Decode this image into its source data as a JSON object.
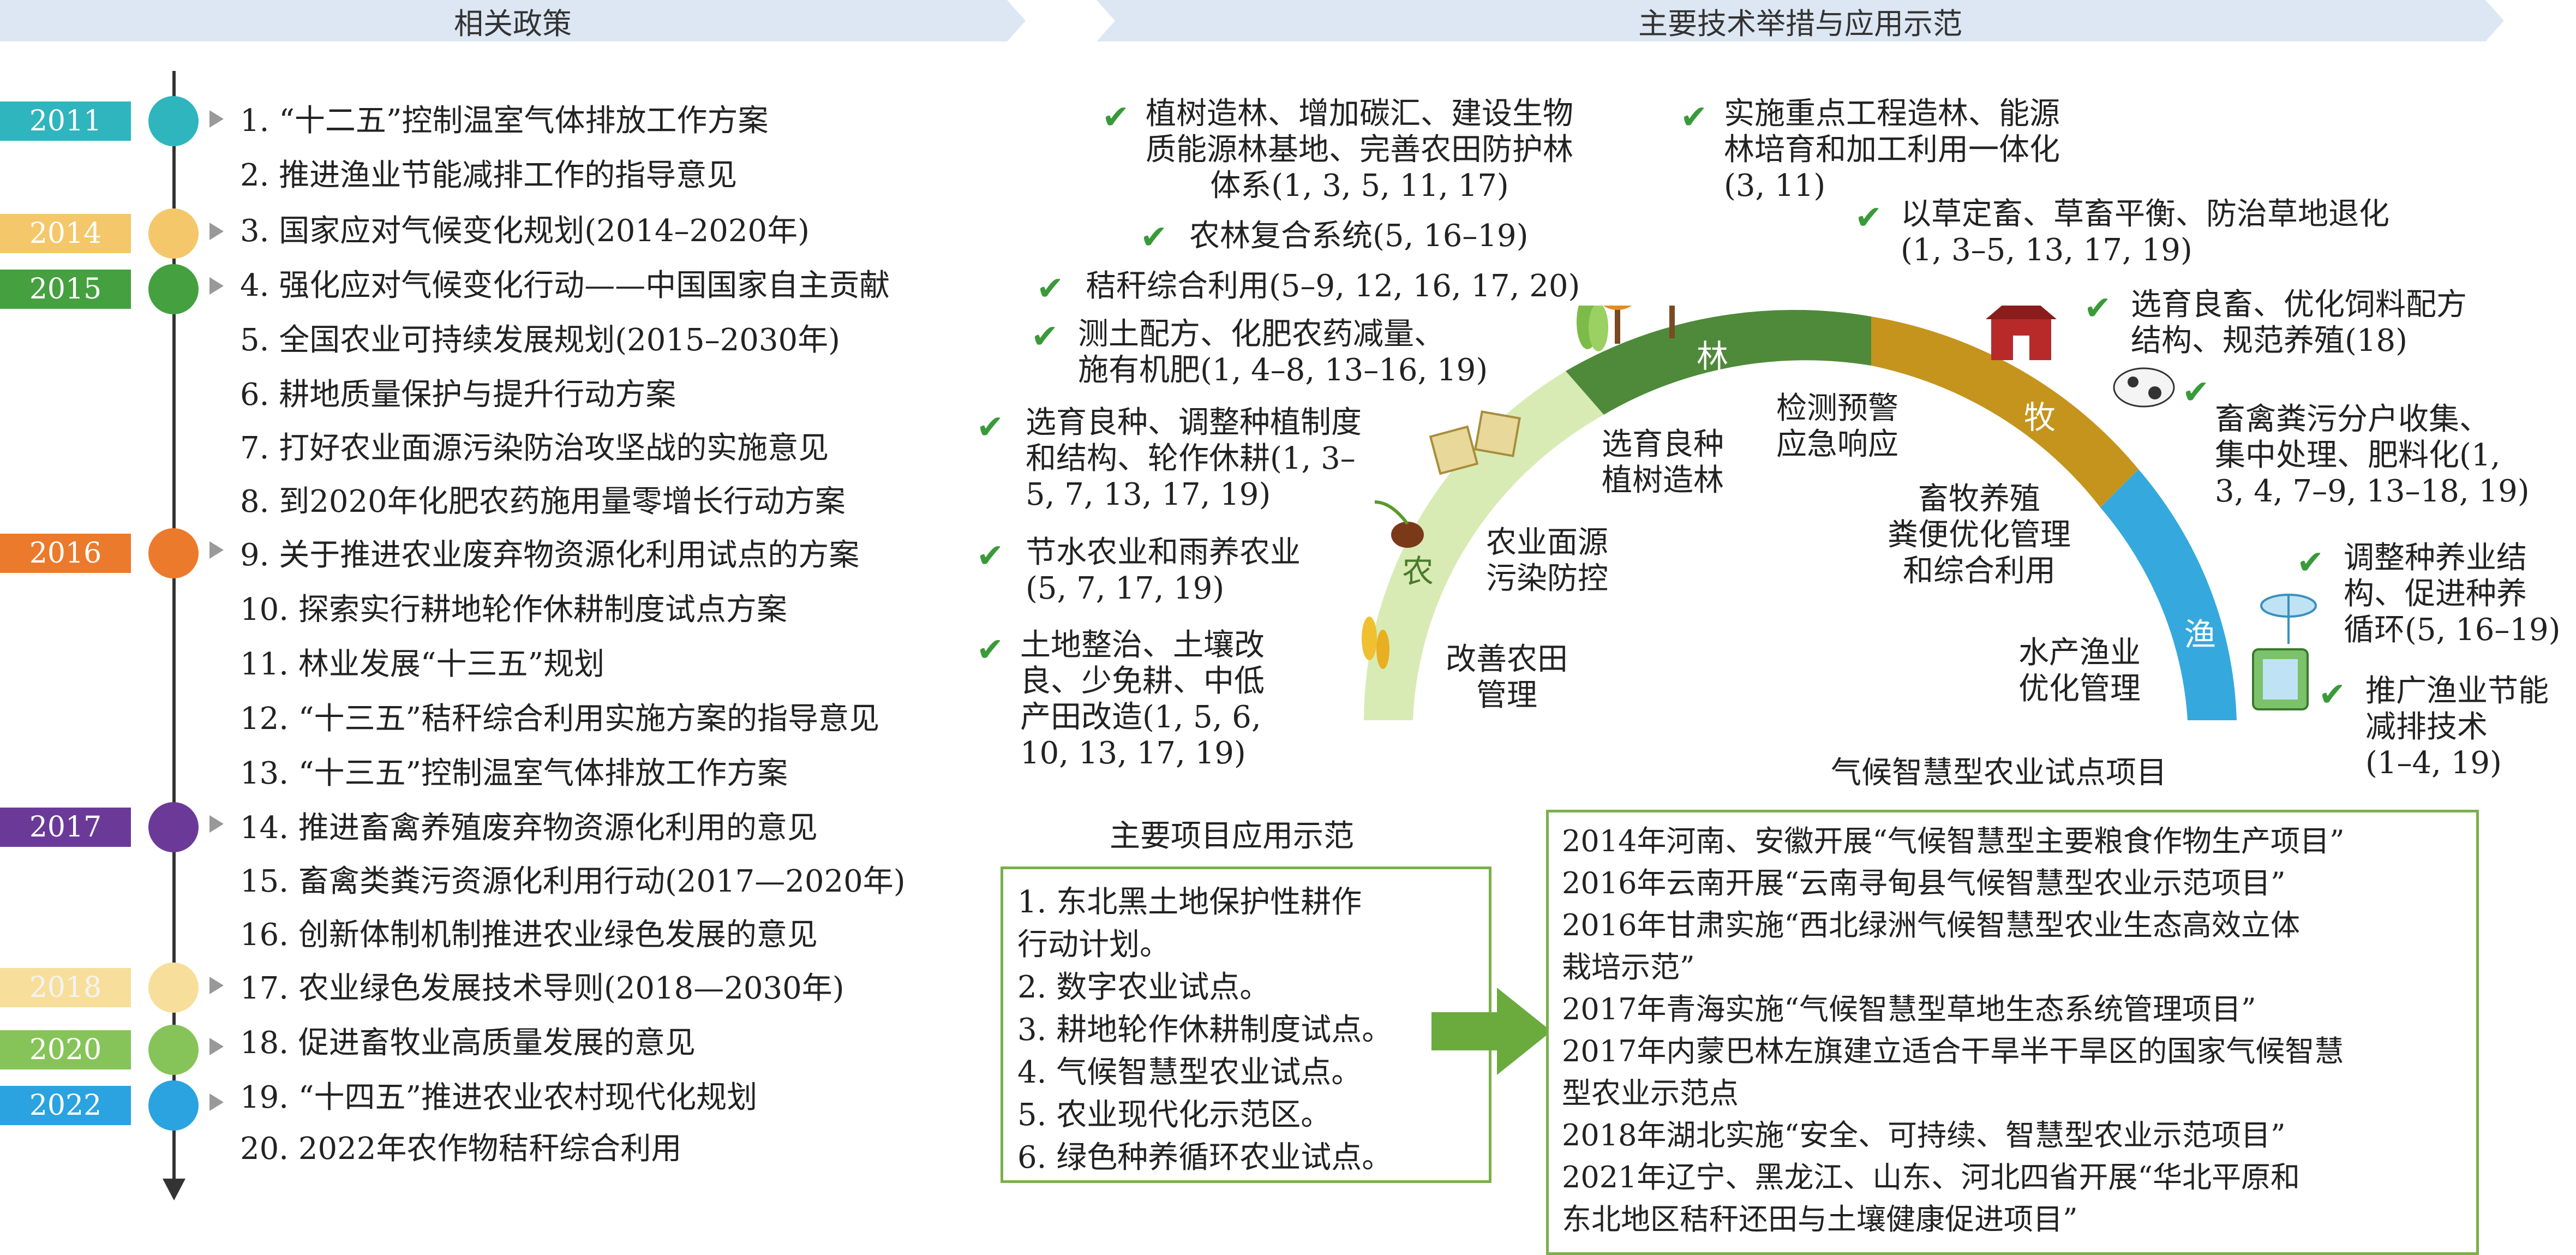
{
  "headers": {
    "left": "相关政策",
    "right": "主要技术举措与应用示范"
  },
  "years": [
    {
      "label": "2011",
      "color": "#2fb5bd"
    },
    {
      "label": "2014",
      "color": "#f4c76a"
    },
    {
      "label": "2015",
      "color": "#45a03f"
    },
    {
      "label": "2016",
      "color": "#ec7a2c"
    },
    {
      "label": "2017",
      "color": "#6b3a99"
    },
    {
      "label": "2018",
      "color": "#f7df9b"
    },
    {
      "label": "2020",
      "color": "#86c45a"
    },
    {
      "label": "2022",
      "color": "#2aa3e0"
    }
  ],
  "policies": [
    "1. “十二五”控制温室气体排放工作方案",
    "2. 推进渔业节能减排工作的指导意见",
    "3. 国家应对气候变化规划(2014–2020年)",
    "4. 强化应对气候变化行动——中国国家自主贡献",
    "5. 全国农业可持续发展规划(2015–2030年)",
    "6. 耕地质量保护与提升行动方案",
    "7. 打好农业面源污染防治攻坚战的实施意见",
    "8. 到2020年化肥农药施用量零增长行动方案",
    "9. 关于推进农业废弃物资源化利用试点的方案",
    "10. 探索实行耕地轮作休耕制度试点方案",
    "11. 林业发展“十三五”规划",
    "12. “十三五”秸秆综合利用实施方案的指导意见",
    "13. “十三五”控制温室气体排放工作方案",
    "14. 推进畜禽养殖废弃物资源化利用的意见",
    "15. 畜禽类粪污资源化利用行动(2017—2020年)",
    "16. 创新体制机制推进农业绿色发展的意见",
    "17. 农业绿色发展技术导则(2018—2030年)",
    "18. 促进畜牧业高质量发展的意见",
    "19. “十四五”推进农业农村现代化规划",
    "20. 2022年农作物秸秆综合利用"
  ],
  "measures": {
    "m1": [
      "植树造林、增加碳汇、建设生物",
      "质能源林基地、完善农田防护林",
      "体系(1, 3, 5, 11, 17)"
    ],
    "m2": [
      "实施重点工程造林、能源",
      "林培育和加工利用一体化",
      "(3, 11)"
    ],
    "m3": "农林复合系统(5, 16–19)",
    "m4": [
      "以草定畜、草畜平衡、防治草地退化",
      "(1, 3–5, 13, 17, 19)"
    ],
    "m5": "秸秆综合利用(5–9, 12, 16, 17, 20)",
    "m6": [
      "选育良畜、优化饲料配方",
      "结构、规范养殖(18)"
    ],
    "m7": [
      "测土配方、化肥农药减量、",
      "施有机肥(1, 4–8, 13–16, 19)"
    ],
    "m8": [
      "畜禽粪污分户收集、",
      "集中处理、肥料化(1,",
      "3, 4, 7–9, 13–18, 19)"
    ],
    "m9": [
      "选育良种、调整种植制度",
      "和结构、轮作休耕(1, 3–",
      "5, 7, 13, 17, 19)"
    ],
    "m10": [
      "节水农业和雨养农业",
      "(5, 7, 17, 19)"
    ],
    "m11": [
      "调整种养业结",
      "构、促进种养",
      "循环(5, 16–19)"
    ],
    "m12": [
      "土地整治、土壤改",
      "良、少免耕、中低",
      "产田改造(1, 5, 6,",
      "10, 13, 17, 19)"
    ],
    "m13": [
      "推广渔业节能",
      "减排技术",
      "(1–4, 19)"
    ]
  },
  "arc": {
    "labels": {
      "nong": "农",
      "lin": "林",
      "mu": "牧",
      "yu": "渔"
    },
    "colors": {
      "nong": "#d8ebb4",
      "lin": "#4e8a3a",
      "mu": "#c5941d",
      "yu": "#35a9dd"
    },
    "inner": {
      "a": [
        "改善农田",
        "管理"
      ],
      "b": [
        "农业面源",
        "污染防控"
      ],
      "c": [
        "选育良种",
        "植树造林"
      ],
      "d": [
        "检测预警",
        "应急响应"
      ],
      "e": [
        "畜牧养殖",
        "粪便优化管理",
        "和综合利用"
      ],
      "f": [
        "水产渔业",
        "优化管理"
      ]
    }
  },
  "demo": {
    "title": "主要项目应用示范",
    "items": [
      "1. 东北黑土地保护性耕作",
      "行动计划。",
      "2. 数字农业试点。",
      "3. 耕地轮作休耕制度试点。",
      "4. 气候智慧型农业试点。",
      "5. 农业现代化示范区。",
      "6. 绿色种养循环农业试点。"
    ]
  },
  "pilot": {
    "title": "气候智慧型农业试点项目",
    "items": [
      "2014年河南、安徽开展“气候智慧型主要粮食作物生产项目”",
      "2016年云南开展“云南寻甸县气候智慧型农业示范项目”",
      "2016年甘肃实施“西北绿洲气候智慧型农业生态高效立体",
      "栽培示范”",
      "2017年青海实施“气候智慧型草地生态系统管理项目”",
      "2017年内蒙巴林左旗建立适合干旱半干旱区的国家气候智慧",
      "型农业示范点",
      "2018年湖北实施“安全、可持续、智慧型农业示范项目”",
      "2021年辽宁、黑龙江、山东、河北四省开展“华北平原和",
      "东北地区秸秆还田与土壤健康促进项目”"
    ]
  }
}
